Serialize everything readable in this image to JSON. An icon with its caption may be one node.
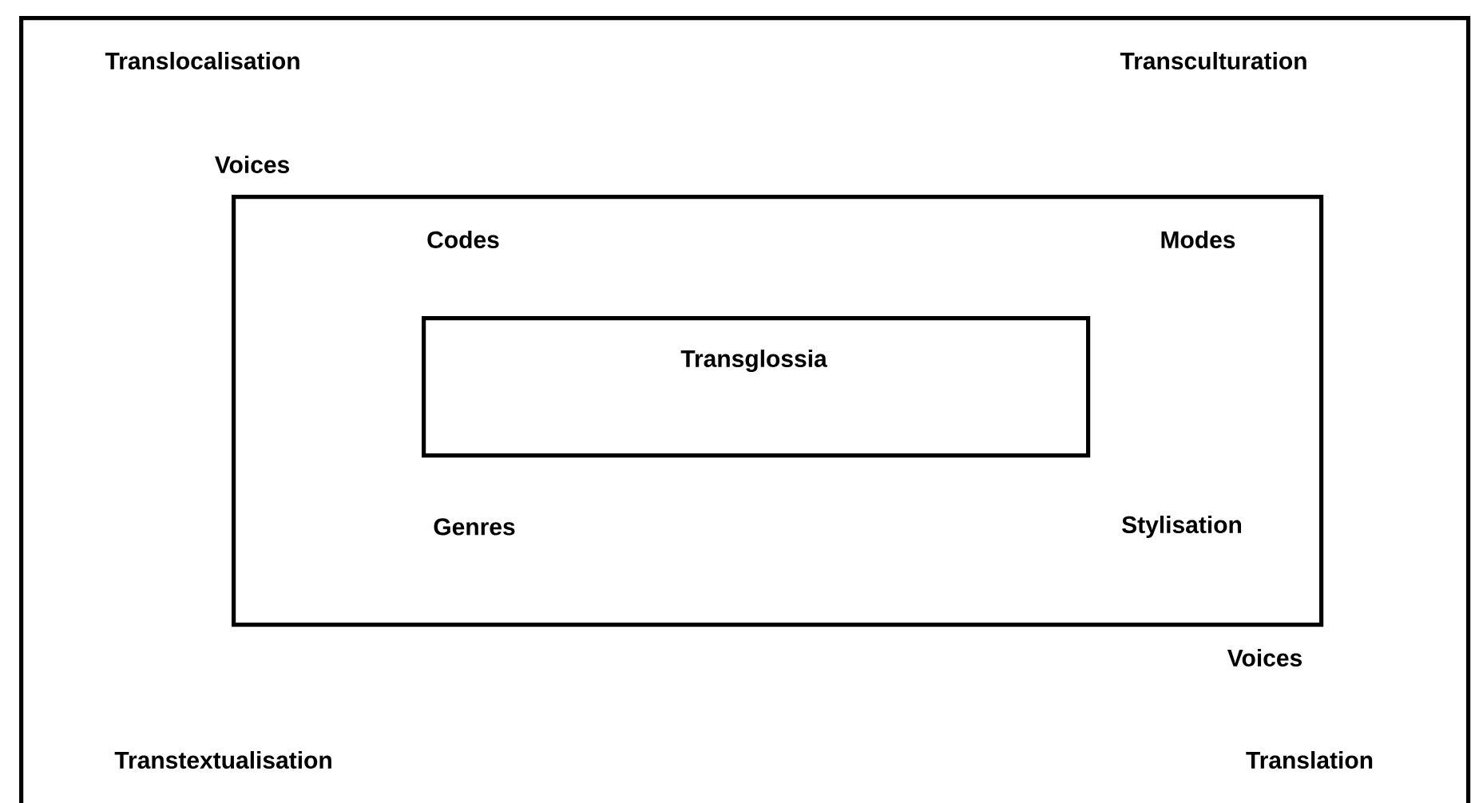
{
  "diagram": {
    "nodes": [
      {
        "text": [
          "Translocalisation",
          "Transculturation",
          "Voices",
          "Voices",
          "Transtextualisation",
          "Translation"
        ]
      },
      {
        "text": [
          "Codes",
          "Modes",
          "Genres",
          "Stylisation"
        ],
        "in": 0
      },
      {
        "text": [
          "Transglossia"
        ],
        "in": 1
      }
    ]
  }
}
